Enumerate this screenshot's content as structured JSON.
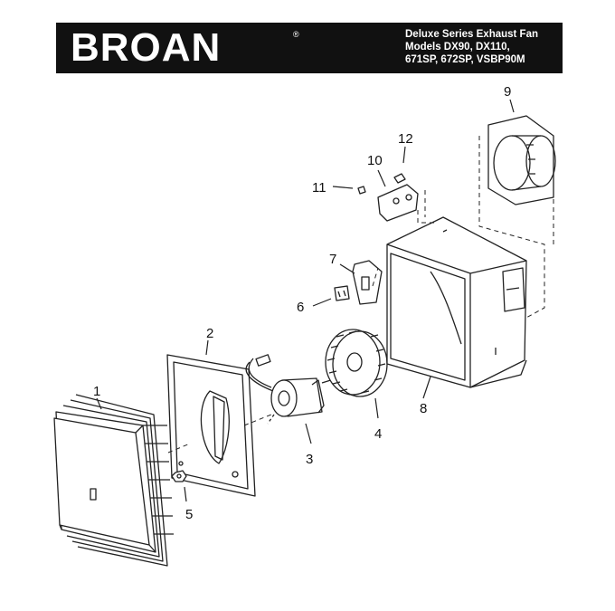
{
  "header": {
    "brand": "BROAN",
    "registered_mark": "®",
    "title_lines": [
      "Deluxe Series Exhaust Fan",
      "Models DX90, DX110,",
      "671SP, 672SP, VSBP90M"
    ]
  },
  "parts": [
    {
      "number": "1",
      "name": "grille-icon"
    },
    {
      "number": "2",
      "name": "motor-plate-icon"
    },
    {
      "number": "3",
      "name": "motor-icon"
    },
    {
      "number": "4",
      "name": "blower-wheel-icon"
    },
    {
      "number": "5",
      "name": "nut-icon"
    },
    {
      "number": "6",
      "name": "receptacle-icon"
    },
    {
      "number": "7",
      "name": "receptacle-bracket-icon"
    },
    {
      "number": "8",
      "name": "housing-icon"
    },
    {
      "number": "9",
      "name": "duct-connector-icon"
    },
    {
      "number": "10",
      "name": "damper-bracket-icon"
    },
    {
      "number": "11",
      "name": "screw-icon"
    },
    {
      "number": "12",
      "name": "screw-icon"
    }
  ],
  "colors": {
    "header_bg": "#111111",
    "line": "#222222"
  }
}
